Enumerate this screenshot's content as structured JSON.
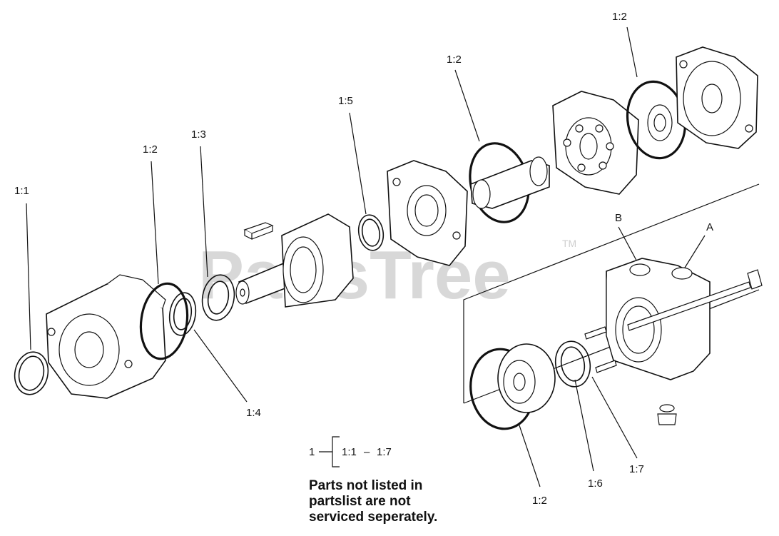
{
  "watermark": {
    "text": "PartsTree",
    "tm": "TM"
  },
  "callouts": {
    "c11": "1:1",
    "c12_left": "1:2",
    "c13": "1:3",
    "c14": "1:4",
    "c15": "1:5",
    "c12_mid": "1:2",
    "c12_top": "1:2",
    "c12_bottom": "1:2",
    "c16": "1:6",
    "c17": "1:7",
    "portA": "A",
    "portB": "B"
  },
  "legend": {
    "parent": "1",
    "range_start": "1:1",
    "dash": "–",
    "range_end": "1:7"
  },
  "note": {
    "line1": "Parts not listed in",
    "line2": "partslist are not",
    "line3": "serviced seperately."
  }
}
